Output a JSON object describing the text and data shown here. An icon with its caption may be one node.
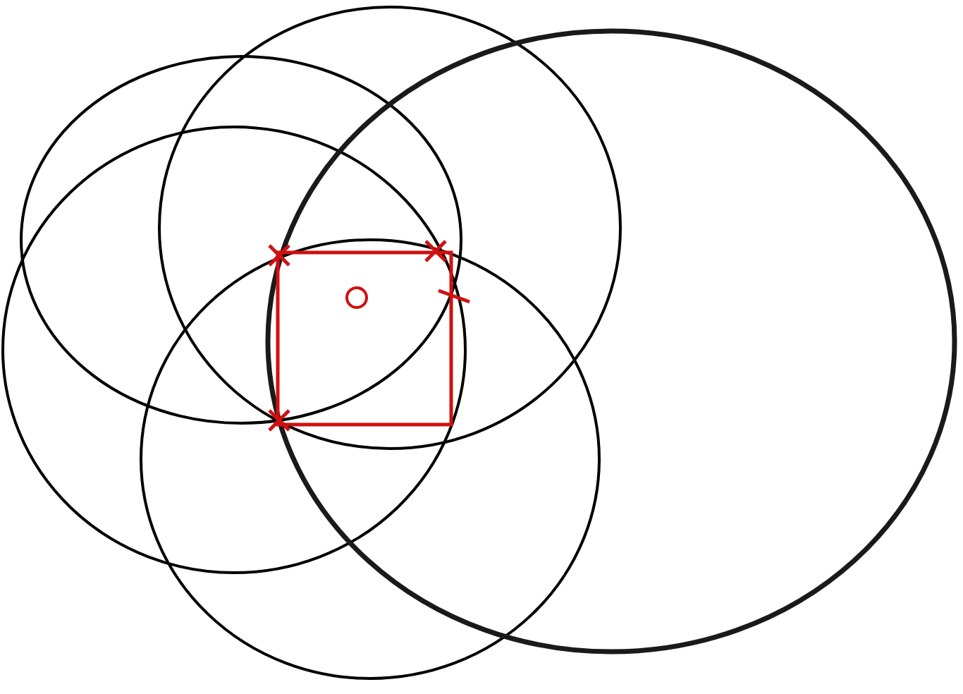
{
  "diagram": {
    "nodes": [
      {
        "text": [],
        "shape": "circle"
      },
      {
        "text": [],
        "shape": "circle"
      },
      {
        "text": [],
        "shape": "circle"
      },
      {
        "text": [],
        "shape": "circle"
      },
      {
        "text": [],
        "shape": "circle"
      },
      {
        "text": [],
        "shape": "box"
      },
      {
        "text": [],
        "shape": "circle",
        "in": 5
      }
    ]
  }
}
